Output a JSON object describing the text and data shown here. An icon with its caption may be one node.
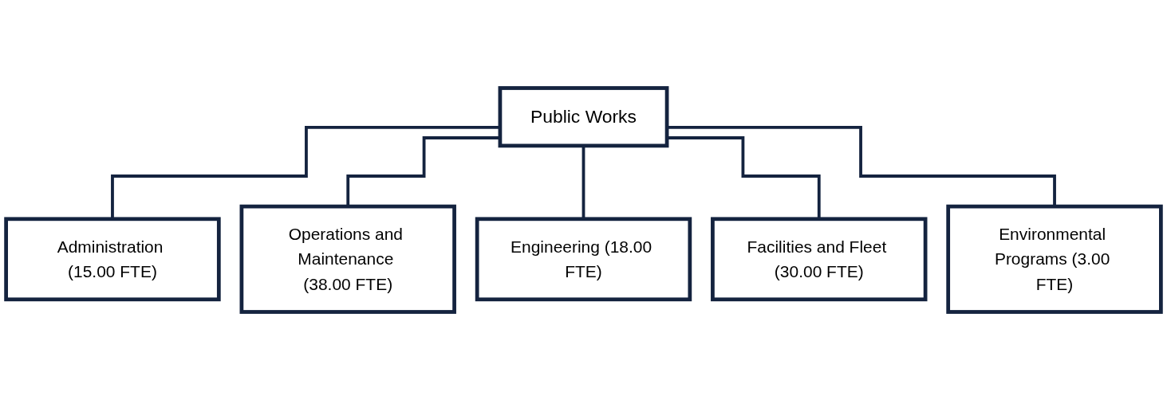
{
  "diagram": {
    "nodes": [
      {
        "text": [
          "Public Works"
        ]
      },
      {
        "text": [
          "Administration (15.00 FTE)"
        ]
      },
      {
        "text": [
          "Operations and Maintenance (38.00 FTE)"
        ]
      },
      {
        "text": [
          "Engineering (18.00 FTE)"
        ]
      },
      {
        "text": [
          "Facilities and Fleet (30.00 FTE)"
        ]
      },
      {
        "text": [
          "Environmental Programs (3.00 FTE)"
        ]
      }
    ],
    "edges": [
      {
        "from": 0,
        "to": 1,
        "arrow": "none"
      },
      {
        "from": 0,
        "to": 2,
        "arrow": "none"
      },
      {
        "from": 0,
        "to": 3,
        "arrow": "none"
      },
      {
        "from": 0,
        "to": 4,
        "arrow": "none"
      },
      {
        "from": 0,
        "to": 5,
        "arrow": "none"
      }
    ]
  }
}
